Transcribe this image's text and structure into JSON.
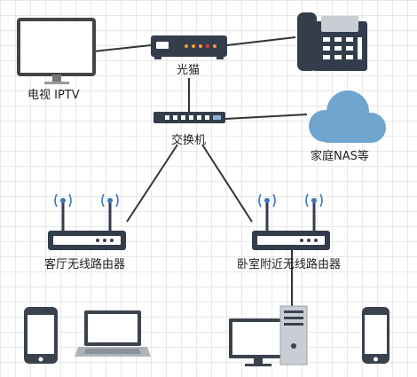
{
  "labels": {
    "tv": "电视 IPTV",
    "modem": "光猫",
    "switch": "交换机",
    "nas": "家庭NAS等",
    "router_living": "客厅无线路由器",
    "router_bedroom": "卧室附近无线路由器"
  },
  "colors": {
    "line": "#333333",
    "device_dark": "#333d4b",
    "cloud": "#6fa5cf",
    "led_orange": "#f0a030",
    "led_red": "#e04040",
    "screen_dark": "#39424d",
    "antenna_blue": "#3b78c0"
  }
}
